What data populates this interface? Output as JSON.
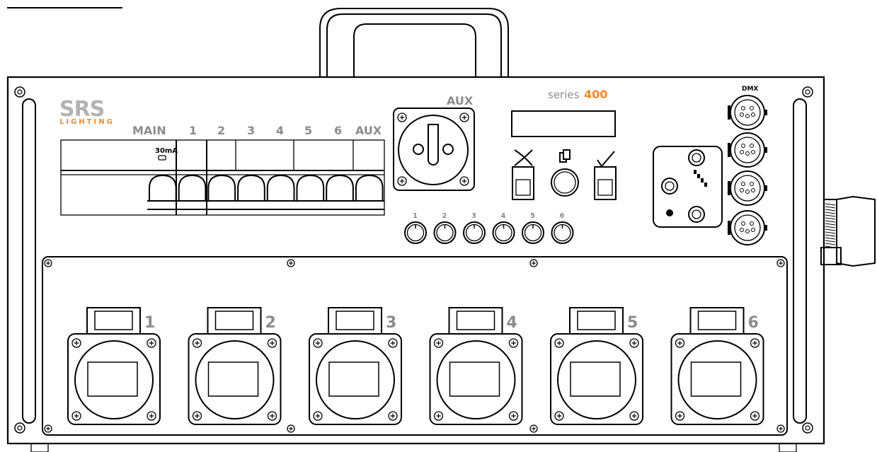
{
  "brand": {
    "logo_text": "SRS",
    "sub_text": "LIGHTING",
    "series_prefix": "series",
    "series_number": "400",
    "accent_color": "#f08a2c",
    "logo_grey": "#b3b3b3"
  },
  "breakers": {
    "labels": [
      "MAIN",
      "1",
      "2",
      "3",
      "4",
      "5",
      "6",
      "AUX"
    ],
    "rcd_rating": "30mA"
  },
  "aux_socket": {
    "label": "AUX"
  },
  "controls": {
    "cancel_icon": "cross-icon",
    "copy_icon": "copy-icon",
    "confirm_icon": "check-icon"
  },
  "knobs": {
    "labels": [
      "1",
      "2",
      "3",
      "4",
      "5",
      "6"
    ]
  },
  "dmx": {
    "label": "DMX"
  },
  "outlets": {
    "labels": [
      "1",
      "2",
      "3",
      "4",
      "5",
      "6"
    ]
  },
  "label_color": "#8c8c8c"
}
